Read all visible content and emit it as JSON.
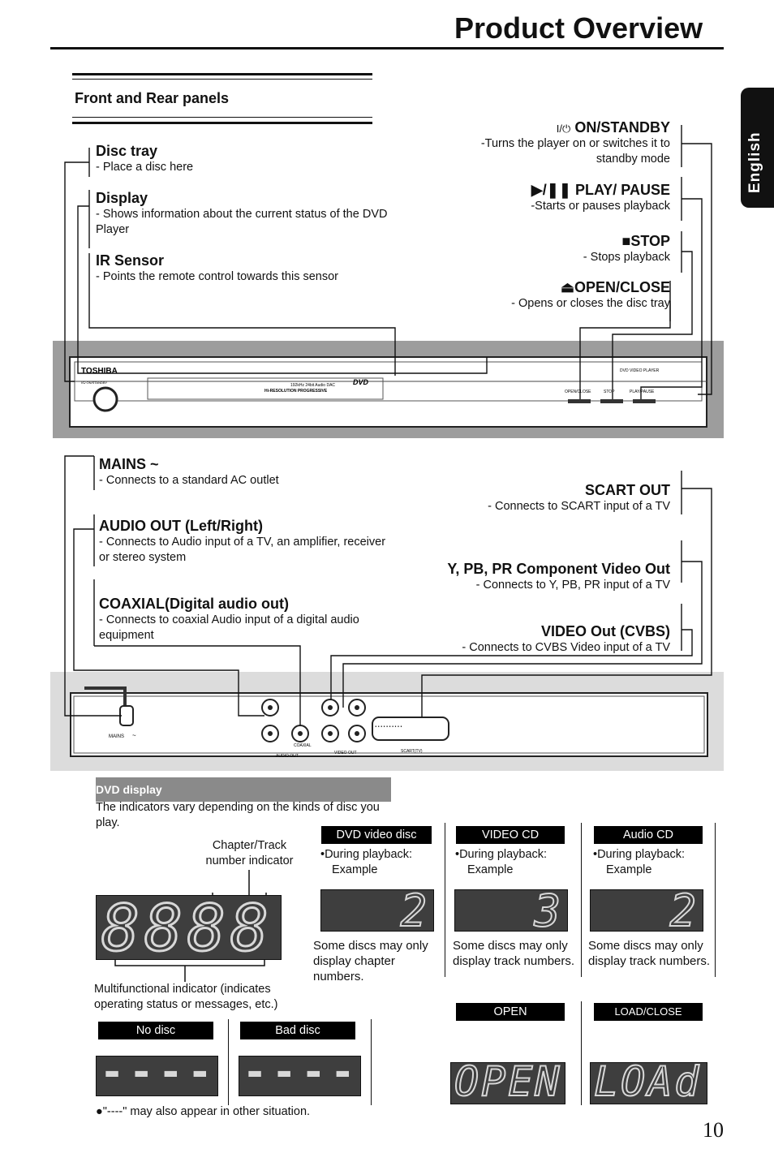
{
  "page": {
    "title": "Product Overview",
    "side_tab": "English",
    "page_number": "10"
  },
  "section": {
    "title": "Front and Rear panels"
  },
  "front_left": [
    {
      "label": "Disc tray",
      "desc": "- Place a disc here"
    },
    {
      "label": "Display",
      "desc": "- Shows information about the current status of the DVD Player"
    },
    {
      "label": "IR Sensor",
      "desc": "- Points the remote control towards this sensor"
    }
  ],
  "front_right": [
    {
      "prefix": "I/⏻",
      "label": "ON/STANDBY",
      "desc": "-Turns the player on or switches it to standby mode"
    },
    {
      "prefix": "▶/❚❚",
      "label": "PLAY/ PAUSE",
      "desc": "-Starts or pauses playback"
    },
    {
      "prefix": "■",
      "label": "STOP",
      "desc": "- Stops playback"
    },
    {
      "prefix": "⏏",
      "label": "OPEN/CLOSE",
      "desc": "- Opens or closes the disc tray"
    }
  ],
  "device_front": {
    "brand": "TOSHIBA",
    "model_text": "DVD VIDEO PLAYER",
    "tagline1": "192kHz 24bit Audio DAC",
    "tagline2": "Hi-RESOLUTION PROGRESSIVE",
    "btn1": "OPEN/CLOSE",
    "btn2": "STOP",
    "btn3": "PLAY/PAUSE",
    "standby": "I/⏻ ON/STANDBY"
  },
  "rear_left": [
    {
      "label": "MAINS ~",
      "desc": "- Connects to a standard AC outlet"
    },
    {
      "label": "AUDIO OUT (Left/Right)",
      "desc": "- Connects to Audio input of a TV, an amplifier, receiver or stereo system"
    },
    {
      "label": "COAXIAL(Digital audio out)",
      "desc": "- Connects to coaxial Audio input of a digital audio equipment"
    }
  ],
  "rear_right": [
    {
      "label": "SCART OUT",
      "desc": "- Connects to SCART input of a TV"
    },
    {
      "label": "Y, PB, PR Component Video Out",
      "desc": "- Connects to Y, PB, PR input of a TV"
    },
    {
      "label": "VIDEO Out (CVBS)",
      "desc": "- Connects to CVBS  Video input  of a TV"
    }
  ],
  "device_rear": {
    "mains": "MAINS",
    "audio_out": "AUDIO OUT",
    "video_out": "VIDEO OUT",
    "scart": "SCART(TV)",
    "coaxial": "COAXIAL"
  },
  "dvd_display": {
    "header": "DVD display",
    "intro": "The indicators vary depending on the kinds of disc you play.",
    "chapter_track": "Chapter/Track number indicator",
    "multifunctional": "Multifunctional indicator (indicates operating status or messages, etc.)",
    "main_lcd": "8888",
    "discs": [
      {
        "name": "DVD video disc",
        "line1": "•During playback:",
        "line2": "Example",
        "digit": "2",
        "note": "Some discs may only display chapter numbers."
      },
      {
        "name": "VIDEO CD",
        "line1": "•During playback:",
        "line2": "Example",
        "digit": "3",
        "note": "Some discs may only display track numbers."
      },
      {
        "name": "Audio CD",
        "line1": "•During playback:",
        "line2": "Example",
        "digit": "2",
        "note": "Some discs may only display track numbers."
      }
    ],
    "states": [
      {
        "name": "No disc",
        "lcd": "----"
      },
      {
        "name": "Bad disc",
        "lcd": "----"
      },
      {
        "name": "OPEN",
        "lcd": "OPEN"
      },
      {
        "name": "LOAD/CLOSE",
        "lcd": "LOAd"
      }
    ],
    "footnote": "●\"----\" may also appear in other situation."
  }
}
